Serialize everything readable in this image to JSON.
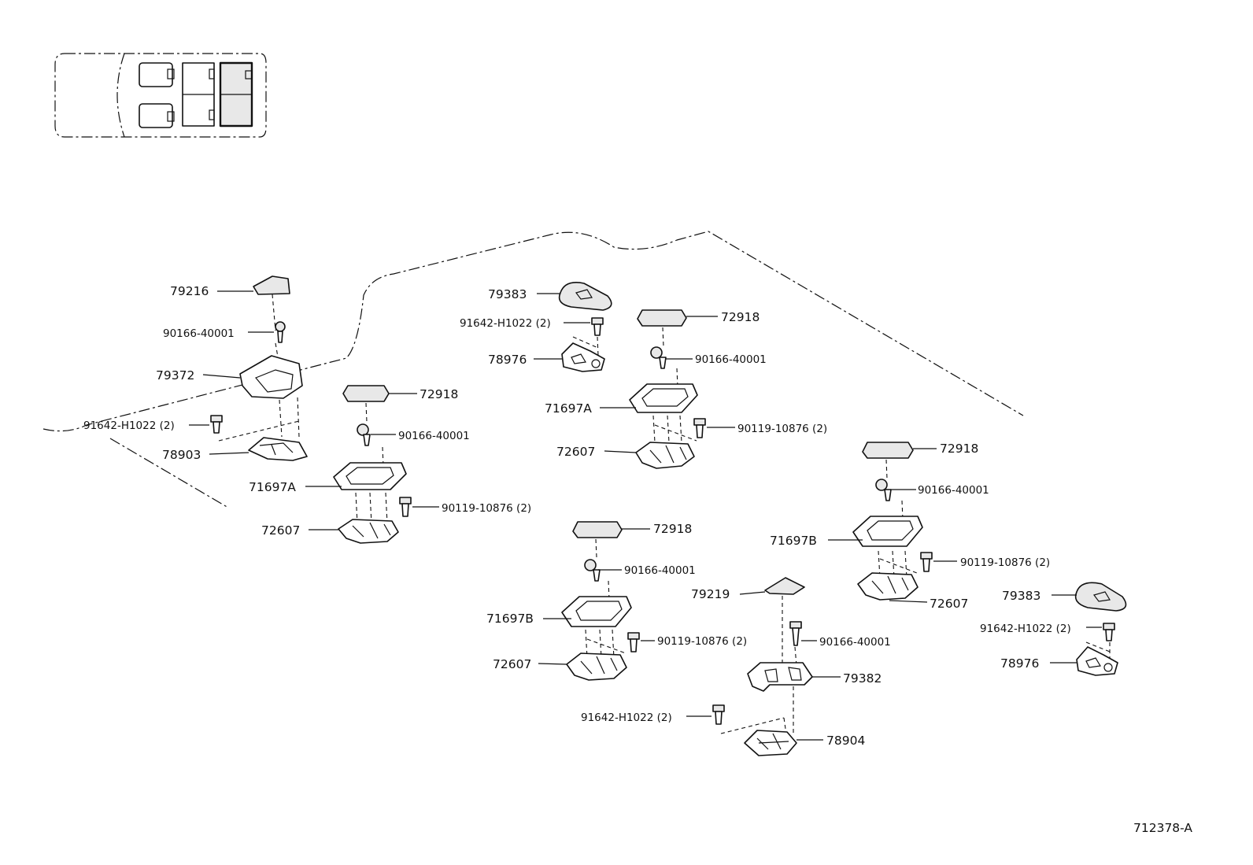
{
  "diagram": {
    "footer_code": "712378-A",
    "callouts": {
      "p79216": "79216",
      "p90166_a": "90166-40001",
      "p79372": "79372",
      "p91642_a": "91642-H1022 (2)",
      "p78903": "78903",
      "p72918_a": "72918",
      "p90166_b": "90166-40001",
      "p71697A_a": "71697A",
      "p90119_a": "90119-10876 (2)",
      "p72607_a": "72607",
      "p79383_a": "79383",
      "p91642_b": "91642-H1022 (2)",
      "p78976_a": "78976",
      "p72918_b": "72918",
      "p90166_c": "90166-40001",
      "p71697A_b": "71697A",
      "p90119_b": "90119-10876 (2)",
      "p72607_b": "72607",
      "p72918_c": "72918",
      "p90166_d": "90166-40001",
      "p71697B_a": "71697B",
      "p90119_c": "90119-10876 (2)",
      "p72607_c": "72607",
      "p72918_d": "72918",
      "p90166_e": "90166-40001",
      "p71697B_b": "71697B",
      "p90119_d": "90119-10876 (2)",
      "p72607_d": "72607",
      "p79219": "79219",
      "p90166_f": "90166-40001",
      "p79382": "79382",
      "p91642_c": "91642-H1022 (2)",
      "p78904": "78904",
      "p79383_b": "79383",
      "p91642_d": "91642-H1022 (2)",
      "p78976_b": "78976"
    }
  }
}
